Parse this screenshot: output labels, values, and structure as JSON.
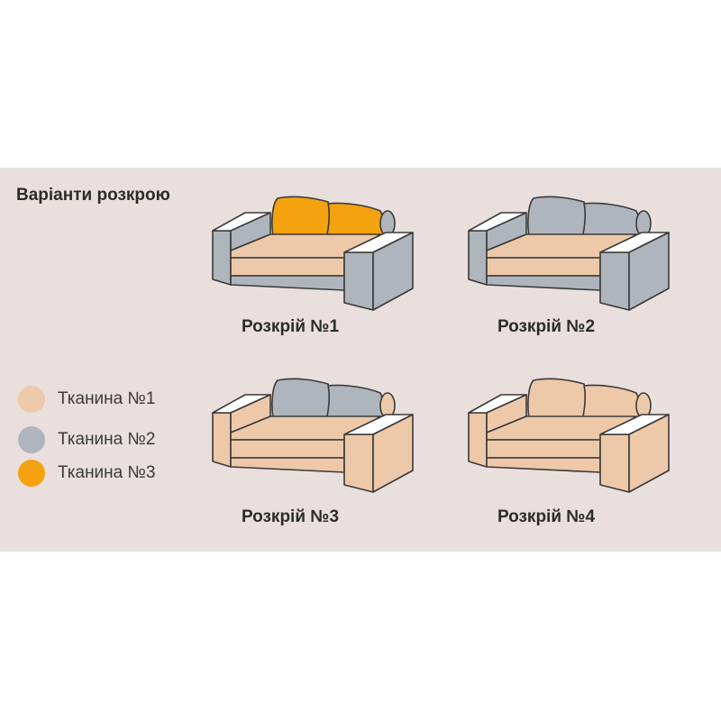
{
  "title": "Варіанти розкрою",
  "colors": {
    "panel_bg": "#e9dfdc",
    "fabric_1": "#edc9a9",
    "fabric_2": "#aeb5bc",
    "fabric_3": "#f4a20f"
  },
  "legend": [
    {
      "label": "Тканина №1",
      "color": "#edc9a9"
    },
    {
      "label": "Тканина №2",
      "color": "#aeb5bc"
    },
    {
      "label": "Тканина №3",
      "color": "#f4a20f"
    }
  ],
  "variants": [
    {
      "caption": "Розкрій №1",
      "cushions": "#f4a20f",
      "seat": "#edc9a9",
      "body": "#aeb5bc",
      "arm_top": "#ffffff"
    },
    {
      "caption": "Розкрій №2",
      "cushions": "#aeb5bc",
      "seat": "#edc9a9",
      "body": "#aeb5bc",
      "arm_top": "#ffffff"
    },
    {
      "caption": "Розкрій №3",
      "cushions": "#aeb5bc",
      "seat": "#edc9a9",
      "body": "#edc9a9",
      "arm_top": "#ffffff"
    },
    {
      "caption": "Розкрій №4",
      "cushions": "#edc9a9",
      "seat": "#edc9a9",
      "body": "#edc9a9",
      "arm_top": "#ffffff"
    }
  ]
}
